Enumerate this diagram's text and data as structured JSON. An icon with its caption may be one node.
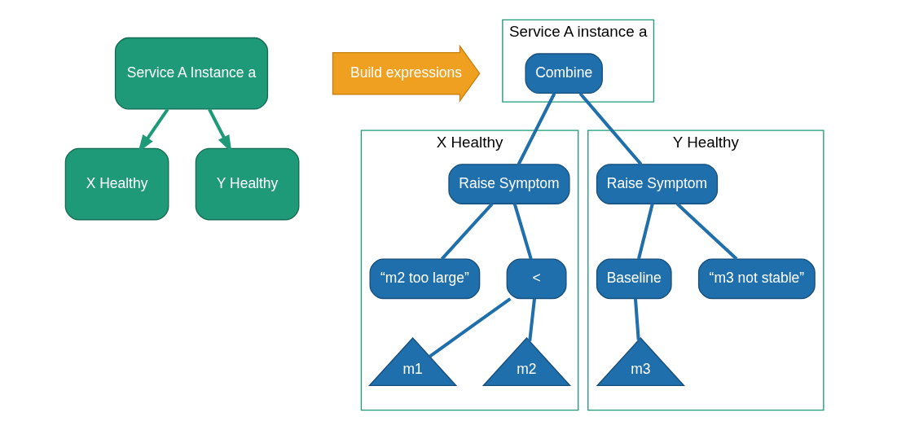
{
  "diagram": {
    "nodes": [
      {
        "text": [
          "Service A Instance a"
        ]
      },
      {
        "text": [
          "X Healthy"
        ]
      },
      {
        "text": [
          "Y Healthy"
        ]
      },
      {
        "text": [
          "Build expressions"
        ]
      },
      {
        "text": [
          "Service A instance a"
        ]
      },
      {
        "text": [
          "Combine"
        ],
        "in": 4
      },
      {
        "text": [
          "X Healthy"
        ]
      },
      {
        "text": [
          "Raise Symptom"
        ],
        "in": 6
      },
      {
        "text": [
          "“m2 too large”"
        ],
        "in": 6
      },
      {
        "text": [
          "<"
        ],
        "in": 6
      },
      {
        "text": [
          "m1"
        ],
        "in": 6
      },
      {
        "text": [
          "m2"
        ],
        "in": 6
      },
      {
        "text": [
          "Y Healthy"
        ]
      },
      {
        "text": [
          "Raise Symptom"
        ],
        "in": 12
      },
      {
        "text": [
          "Baseline"
        ],
        "in": 12
      },
      {
        "text": [
          "“m3 not stable”"
        ],
        "in": 12
      },
      {
        "text": [
          "m3"
        ],
        "in": 12
      }
    ],
    "edges": [
      {
        "from": 0,
        "to": 1,
        "arrow": "to"
      },
      {
        "from": 0,
        "to": 2,
        "arrow": "to"
      },
      {
        "from": 5,
        "to": 7,
        "arrow": "none"
      },
      {
        "from": 5,
        "to": 13,
        "arrow": "none"
      },
      {
        "from": 7,
        "to": 8,
        "arrow": "none"
      },
      {
        "from": 7,
        "to": 9,
        "arrow": "none"
      },
      {
        "from": 9,
        "to": 10,
        "arrow": "none"
      },
      {
        "from": 9,
        "to": 11,
        "arrow": "none"
      },
      {
        "from": 13,
        "to": 14,
        "arrow": "none"
      },
      {
        "from": 13,
        "to": 15,
        "arrow": "none"
      },
      {
        "from": 14,
        "to": 16,
        "arrow": "none"
      }
    ]
  }
}
